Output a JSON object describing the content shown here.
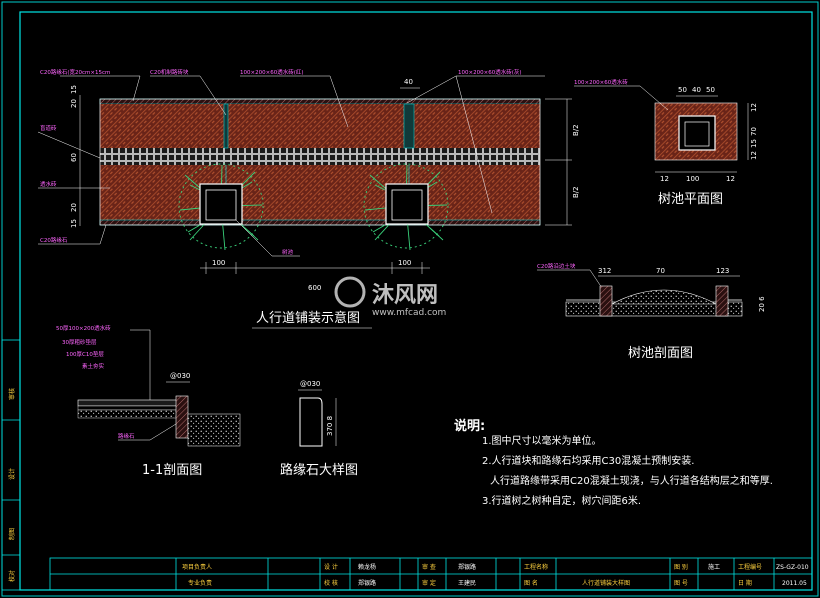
{
  "colors": {
    "background": "#000000",
    "frame": "#00e5e5",
    "brick": "#7a2a1a",
    "hatch": "#c8a0a0",
    "grass": "#39d17a",
    "magenta": "#ff66ff",
    "yellow": "#ffd23f"
  },
  "plan": {
    "title": "人行道铺装示意图",
    "labels": {
      "curb_top": "C20路缘石(宽20cm×15cm",
      "tile_top": "C20机制路砖块",
      "brick_red": "100×200×60透水砖(红)",
      "brick_gray": "100×200×60透水砖(灰)",
      "blind_path": "盲道砖",
      "permeable": "透水砖",
      "curb_bottom": "C20路缘石",
      "tree_pit": "树池"
    },
    "dims": {
      "top_gap": "40",
      "left_15": "15",
      "left_20a": "20",
      "left_60": "60",
      "left_20b": "20",
      "left_15b": "15",
      "right_half_a": "B/2",
      "right_half_b": "B/2",
      "bottom_100a": "100",
      "bottom_600": "600",
      "bottom_100b": "100"
    }
  },
  "tree_plan": {
    "title": "树池平面图",
    "label": "100×200×60透水砖",
    "dims": {
      "top_50a": "50",
      "top_40": "40",
      "top_50b": "50",
      "bottom_12a": "12",
      "bottom_100": "100",
      "bottom_12b": "12",
      "right_12a": "12",
      "right_70": "70",
      "right_15": "15",
      "right_12b": "12"
    }
  },
  "tree_section": {
    "title": "树池剖面图",
    "label": "C20路沿边土块",
    "dims": {
      "left": "312",
      "mid": "70",
      "right": "123",
      "depth": "20 6"
    }
  },
  "section_11": {
    "title": "1-1剖面图",
    "layers": [
      "50厚100×200透水砖",
      "30厚粗砂垫层",
      "100厚C10垫层",
      "素土夯实"
    ],
    "dim_top": "@030",
    "curb_label": "路缘石"
  },
  "curb_detail": {
    "title": "路缘石大样图",
    "dim_top": "@030",
    "dim_side": "370 8"
  },
  "notes": {
    "heading": "说明:",
    "items": [
      "1.图中尺寸以毫米为单位。",
      "2.人行道块和路缘石均采用C30混凝土预制安装.",
      "人行道路缘带采用C20混凝土现浇，与人行道各结构层之和等厚.",
      "3.行道树之树种自定，树穴间距6米."
    ]
  },
  "watermark": {
    "brand": "沐风网",
    "url": "www.mfcad.com"
  },
  "title_block": {
    "r1": {
      "c1": "项目负责人",
      "c2": "设  计",
      "c3": "赖龙杨",
      "c4": "审  查",
      "c5": "郑银路",
      "c6": "工程名称",
      "c7": "图  别",
      "c8": "施工",
      "c9": "工程编号",
      "c10": "ZS-GZ-010"
    },
    "r2": {
      "c1": "专业负责",
      "c2": "校  核",
      "c3": "郑银路",
      "c4": "审  定",
      "c5": "王建民",
      "c6": "图  名",
      "c7": "人行道铺装大样图",
      "c8": "图  号",
      "c9": "日  期",
      "c10": "2011.05"
    }
  },
  "side_strip": {
    "a": "审核",
    "b": "设计",
    "c": "制图",
    "d": "校对"
  }
}
